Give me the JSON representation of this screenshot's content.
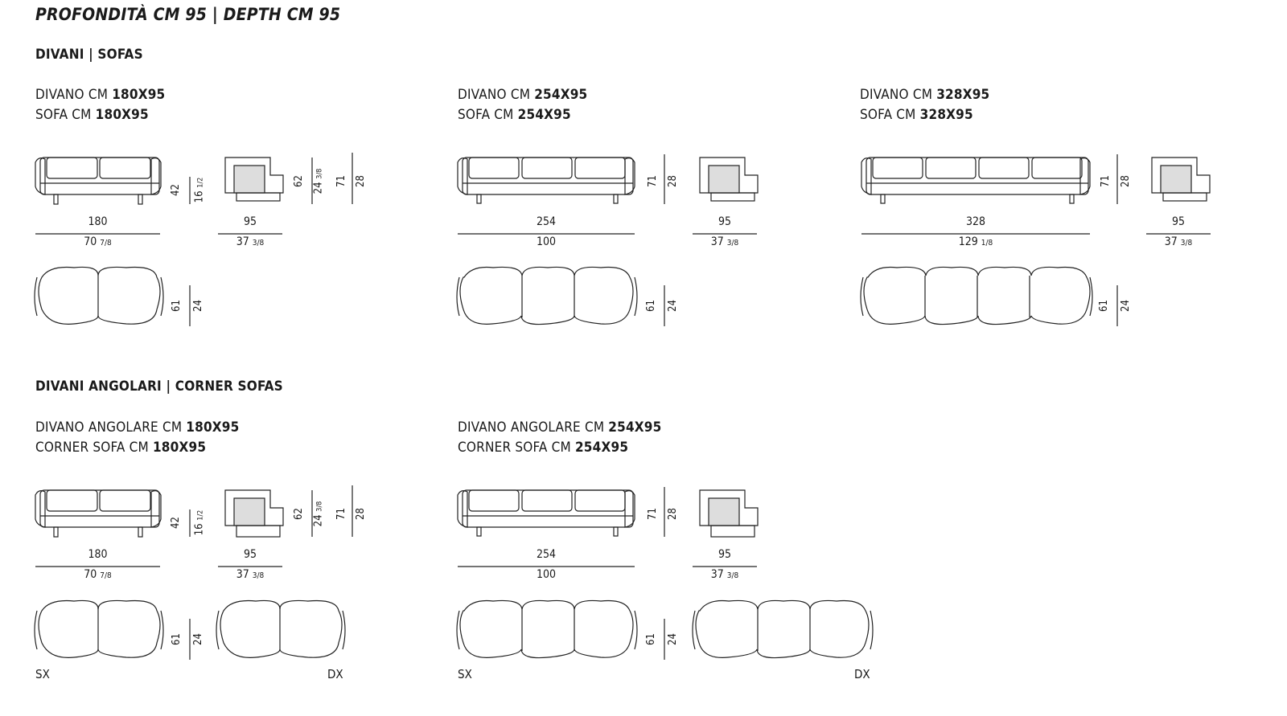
{
  "title": "PROFONDITÀ CM 95  |  DEPTH CM 95",
  "sections": {
    "sofas": {
      "heading": "DIVANI | SOFAS"
    },
    "corner": {
      "heading": "DIVANI ANGOLARI | CORNER SOFAS"
    }
  },
  "models": {
    "sofa180": {
      "line1_pre": "DIVANO CM ",
      "line1_val": "180X95",
      "line2_pre": "SOFA CM ",
      "line2_val": "180X95",
      "w_cm": "180",
      "w_in": "70",
      "w_in_fr": "7/8",
      "d_cm": "95",
      "d_in": "37",
      "d_in_fr": "3/8"
    },
    "sofa254": {
      "line1_pre": "DIVANO CM ",
      "line1_val": "254X95",
      "line2_pre": "SOFA CM ",
      "line2_val": "254X95",
      "w_cm": "254",
      "w_in": "100",
      "d_cm": "95",
      "d_in": "37",
      "d_in_fr": "3/8"
    },
    "sofa328": {
      "line1_pre": "DIVANO CM ",
      "line1_val": "328X95",
      "line2_pre": "SOFA CM ",
      "line2_val": "328X95",
      "w_cm": "328",
      "w_in": "129",
      "w_in_fr": "1/8",
      "d_cm": "95",
      "d_in": "37",
      "d_in_fr": "3/8"
    },
    "corner180": {
      "line1_pre": "DIVANO ANGOLARE CM ",
      "line1_val": "180X95",
      "line2_pre": "CORNER SOFA CM ",
      "line2_val": "180X95",
      "w_cm": "180",
      "w_in": "70",
      "w_in_fr": "7/8",
      "d_cm": "95",
      "d_in": "37",
      "d_in_fr": "3/8"
    },
    "corner254": {
      "line1_pre": "DIVANO ANGOLARE CM ",
      "line1_val": "254X95",
      "line2_pre": "CORNER SOFA CM ",
      "line2_val": "254X95",
      "w_cm": "254",
      "w_in": "100",
      "d_cm": "95",
      "d_in": "37",
      "d_in_fr": "3/8"
    }
  },
  "heights": {
    "seat_cm": "42",
    "seat_in": "16",
    "seat_in_fr": "1/2",
    "arm_cm": "62",
    "arm_in": "24",
    "arm_in_fr": "3/8",
    "total_cm": "71",
    "total_in": "28",
    "plan_cm": "61",
    "plan_in": "24"
  },
  "sides": {
    "left": "SX",
    "right": "DX"
  }
}
